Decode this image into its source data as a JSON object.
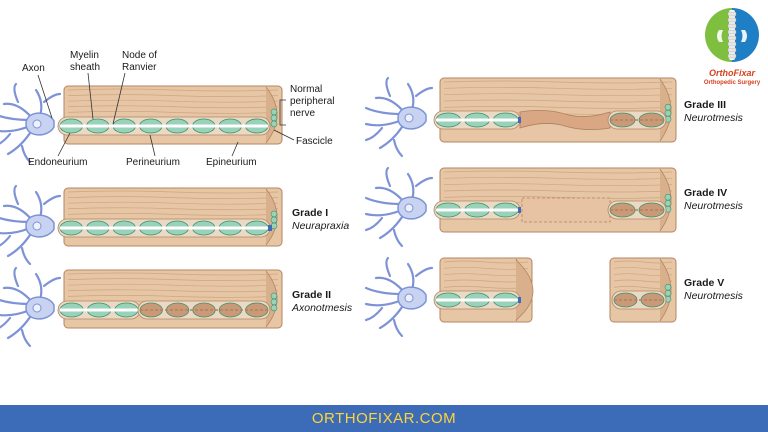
{
  "labels": {
    "axon": "Axon",
    "myelin_sheath": [
      "Myelin",
      "sheath"
    ],
    "node_of_ranvier": [
      "Node of",
      "Ranvier"
    ],
    "normal_nerve": [
      "Normal",
      "peripheral",
      "nerve"
    ],
    "fascicle": "Fascicle",
    "endoneurium": "Endoneurium",
    "perineurium": "Perineurium",
    "epineurium": "Epineurium"
  },
  "grades": [
    {
      "title": "Grade I",
      "subtitle": "Neurapraxia"
    },
    {
      "title": "Grade II",
      "subtitle": "Axonotmesis"
    },
    {
      "title": "Grade III",
      "subtitle": "Neurotmesis"
    },
    {
      "title": "Grade IV",
      "subtitle": "Neurotmesis"
    },
    {
      "title": "Grade V",
      "subtitle": "Neurotmesis"
    }
  ],
  "logo": {
    "brand": "OrthoFixar",
    "tagline": "Orthopedic Surgery"
  },
  "footer": {
    "site": "ORTHOFIXAR.COM"
  },
  "colors": {
    "epineurium_fill": "#e6c6a4",
    "epineurium_stroke": "#b58560",
    "fascicle_fill": "#98d2b8",
    "fascicle_stroke": "#3f8f6a",
    "neuron": "#7d93d6",
    "degenerated_fill": "#c99a78",
    "footer_bg": "#3c6cb8",
    "footer_text": "#ffd43a",
    "brand_text": "#d4421f"
  }
}
